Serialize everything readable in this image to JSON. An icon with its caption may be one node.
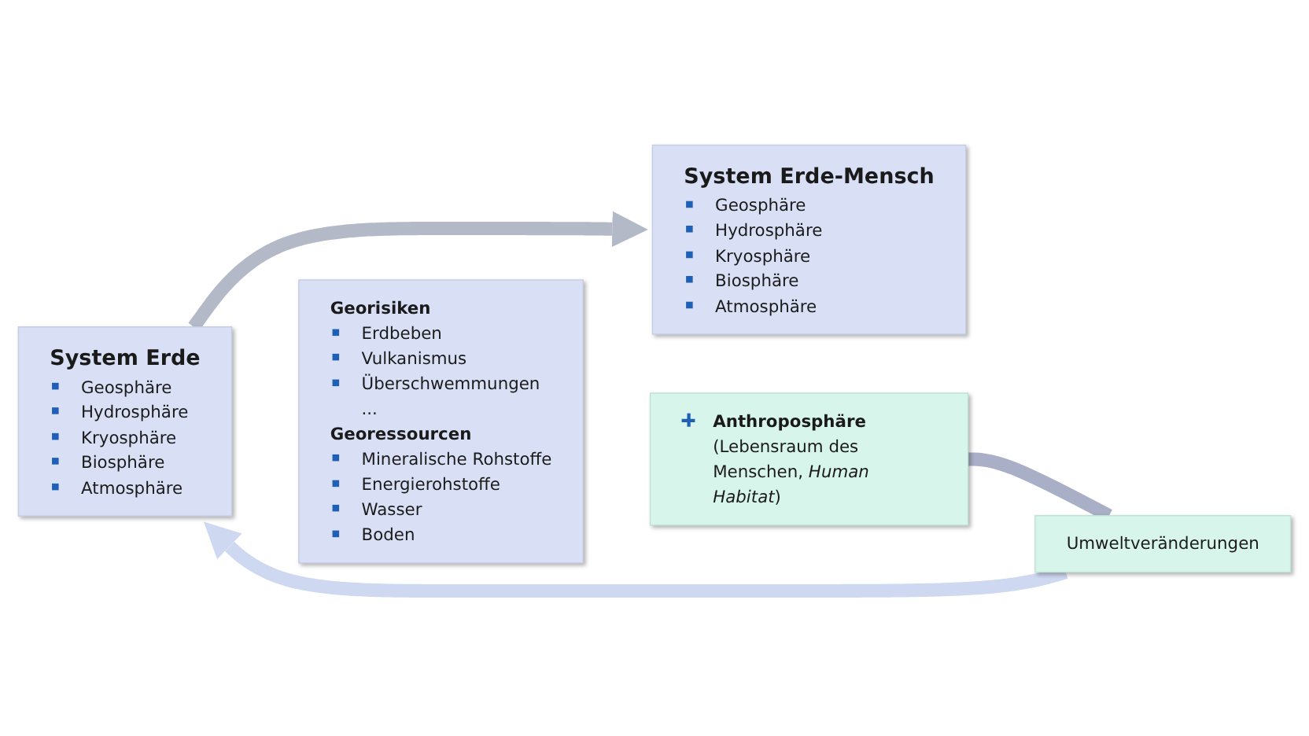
{
  "diagram": {
    "nodes": [
      {
        "text": [
          "System Erde",
          "Geosphäre",
          "Hydrosphäre",
          "Kryosphäre",
          "Biosphäre",
          "Atmosphäre"
        ]
      },
      {
        "text": [
          "Georisiken",
          "Erdbeben",
          "Vulkanismus",
          "Überschwemmungen",
          "...",
          "Georessourcen",
          "Mineralische Rohstoffe",
          "Energierohstoffe",
          "Wasser",
          "Boden"
        ]
      },
      {
        "text": [
          "System Erde-Mensch",
          "Geosphäre",
          "Hydrosphäre",
          "Kryosphäre",
          "Biosphäre",
          "Atmosphäre"
        ]
      },
      {
        "text": [
          "Anthroposphäre",
          "(Lebensraum des Menschen, *Human Habitat*)"
        ]
      },
      {
        "text": [
          "Umweltveränderungen"
        ]
      }
    ],
    "edges": [
      {
        "from": 0,
        "to": 2,
        "arrow": "to",
        "color": "#b4b9c8"
      },
      {
        "from": 3,
        "to": 4,
        "arrow": "none",
        "color": "#a9afc6"
      },
      {
        "from": 4,
        "to": 0,
        "arrow": "to",
        "color": "#cfd8f1"
      }
    ]
  }
}
